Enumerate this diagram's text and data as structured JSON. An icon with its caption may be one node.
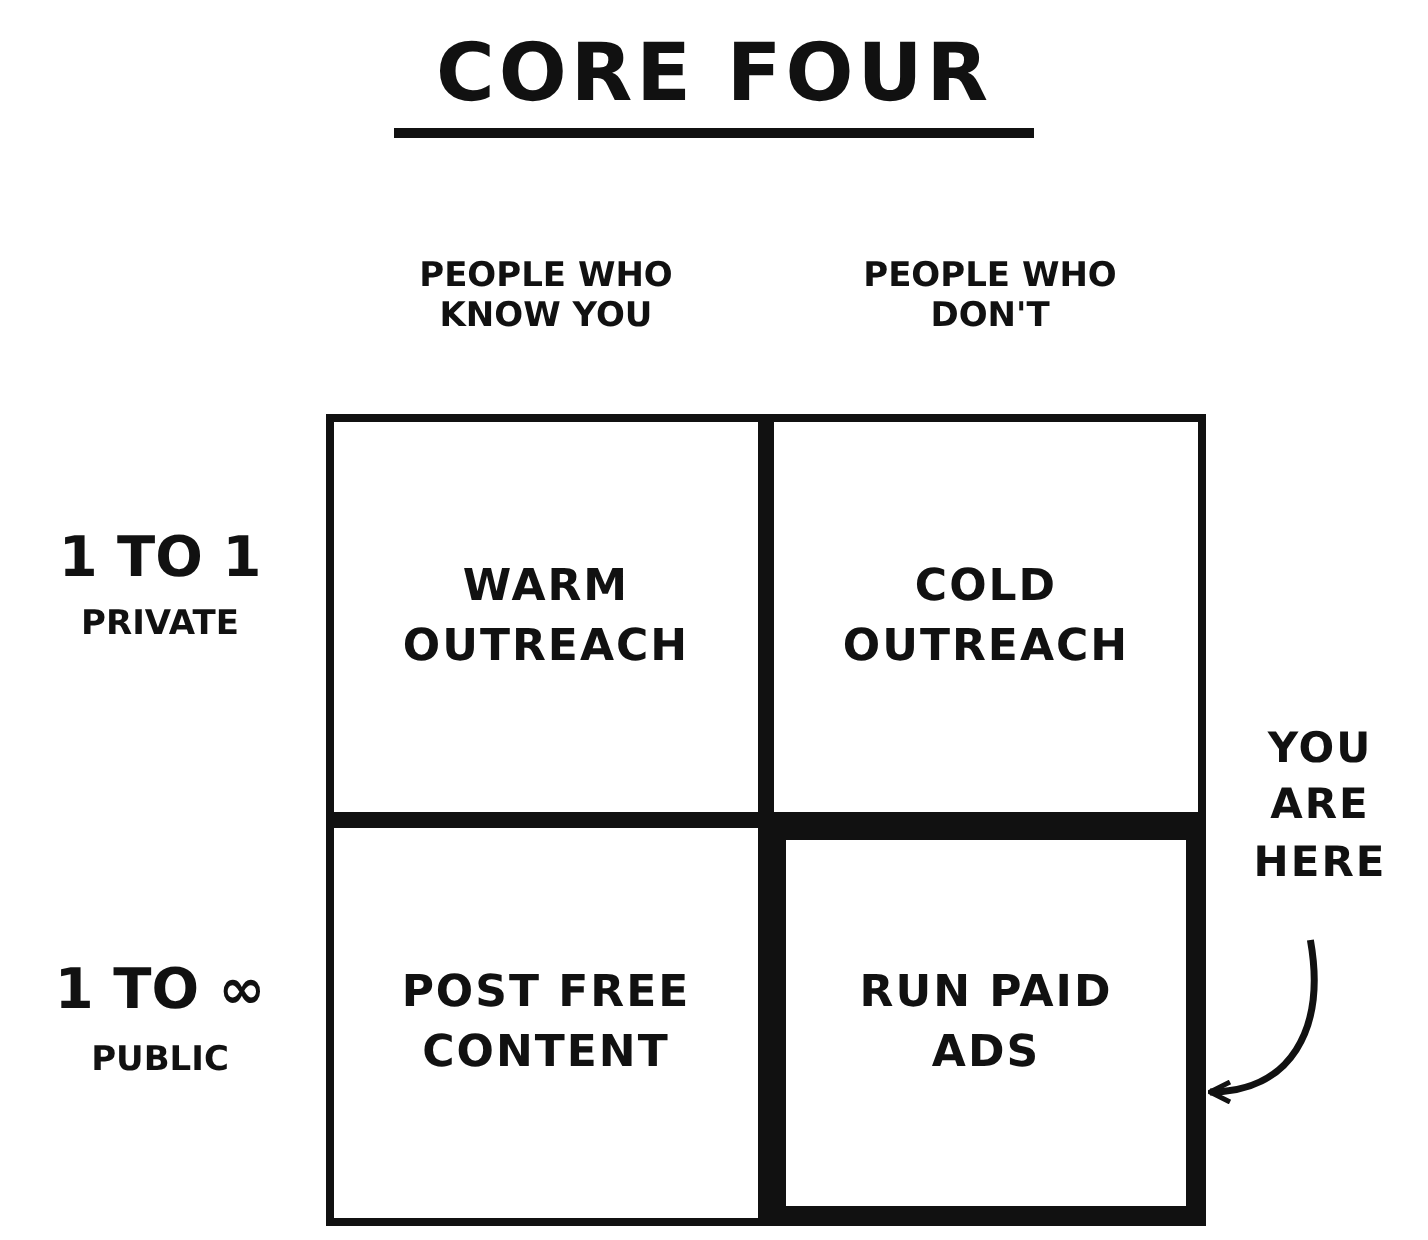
{
  "diagram": {
    "title": "CORE FOUR",
    "nodes": [
      {
        "text": [
          "WARM OUTREACH"
        ]
      },
      {
        "text": [
          "COLD OUTREACH"
        ]
      },
      {
        "text": [
          "POST FREE CONTENT"
        ]
      },
      {
        "text": [
          "RUN PAID ADS"
        ]
      },
      {
        "text": [
          "YOU ARE HERE"
        ]
      }
    ],
    "edges": [
      {
        "from": 4,
        "to": 3,
        "arrow": "to"
      }
    ],
    "labels": [
      "PEOPLE WHO KNOW YOU",
      "PEOPLE WHO DON'T",
      "1 TO 1",
      "PRIVATE",
      "1 TO ∞",
      "PUBLIC"
    ]
  }
}
